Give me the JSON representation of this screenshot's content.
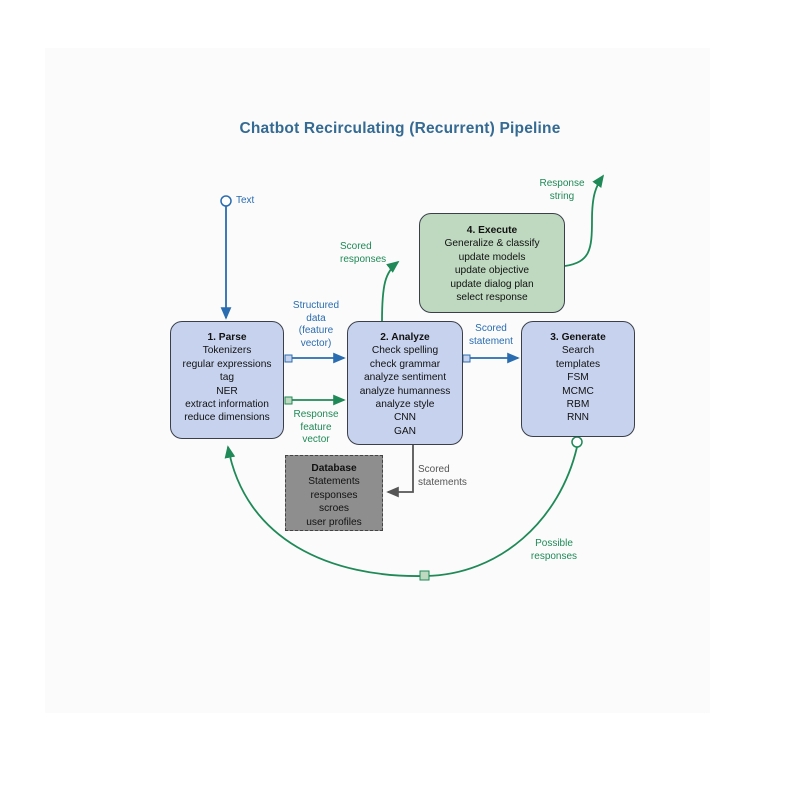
{
  "title": "Chatbot Recirculating (Recurrent) Pipeline",
  "nodes": {
    "parse": {
      "heading": "1. Parse",
      "items": [
        "Tokenizers",
        "regular expressions",
        "tag",
        "NER",
        "extract information",
        "reduce dimensions"
      ]
    },
    "analyze": {
      "heading": "2. Analyze",
      "items": [
        "Check spelling",
        "check grammar",
        "analyze sentiment",
        "analyze humanness",
        "analyze style",
        "CNN",
        "GAN"
      ]
    },
    "generate": {
      "heading": "3. Generate",
      "items": [
        "Search",
        "templates",
        "FSM",
        "MCMC",
        "RBM",
        "RNN"
      ]
    },
    "execute": {
      "heading": "4. Execute",
      "items": [
        "Generalize & classify",
        "update models",
        "update objective",
        "update dialog plan",
        "select response"
      ]
    },
    "database": {
      "heading": "Database",
      "items": [
        "Statements",
        "responses",
        "scroes",
        "user profiles"
      ]
    }
  },
  "edge_labels": {
    "text": "Text",
    "structured": [
      "Structured",
      "data",
      "(feature",
      "vector)"
    ],
    "response_feature": [
      "Response",
      "feature",
      "vector"
    ],
    "scored_statement": [
      "Scored",
      "statement"
    ],
    "scored_responses": [
      "Scored",
      "responses"
    ],
    "response_string": [
      "Response",
      "string"
    ],
    "scored_statements": [
      "Scored",
      "statements"
    ],
    "possible_responses": [
      "Possible",
      "responses"
    ]
  },
  "colors": {
    "title": "#356a93",
    "blue_box": "#c7d3ee",
    "green_box": "#bed9bf",
    "db_box": "#8e8e8e",
    "blue_arrow": "#2a6cb0",
    "green_arrow": "#1f8a57",
    "gray_arrow": "#555555"
  }
}
